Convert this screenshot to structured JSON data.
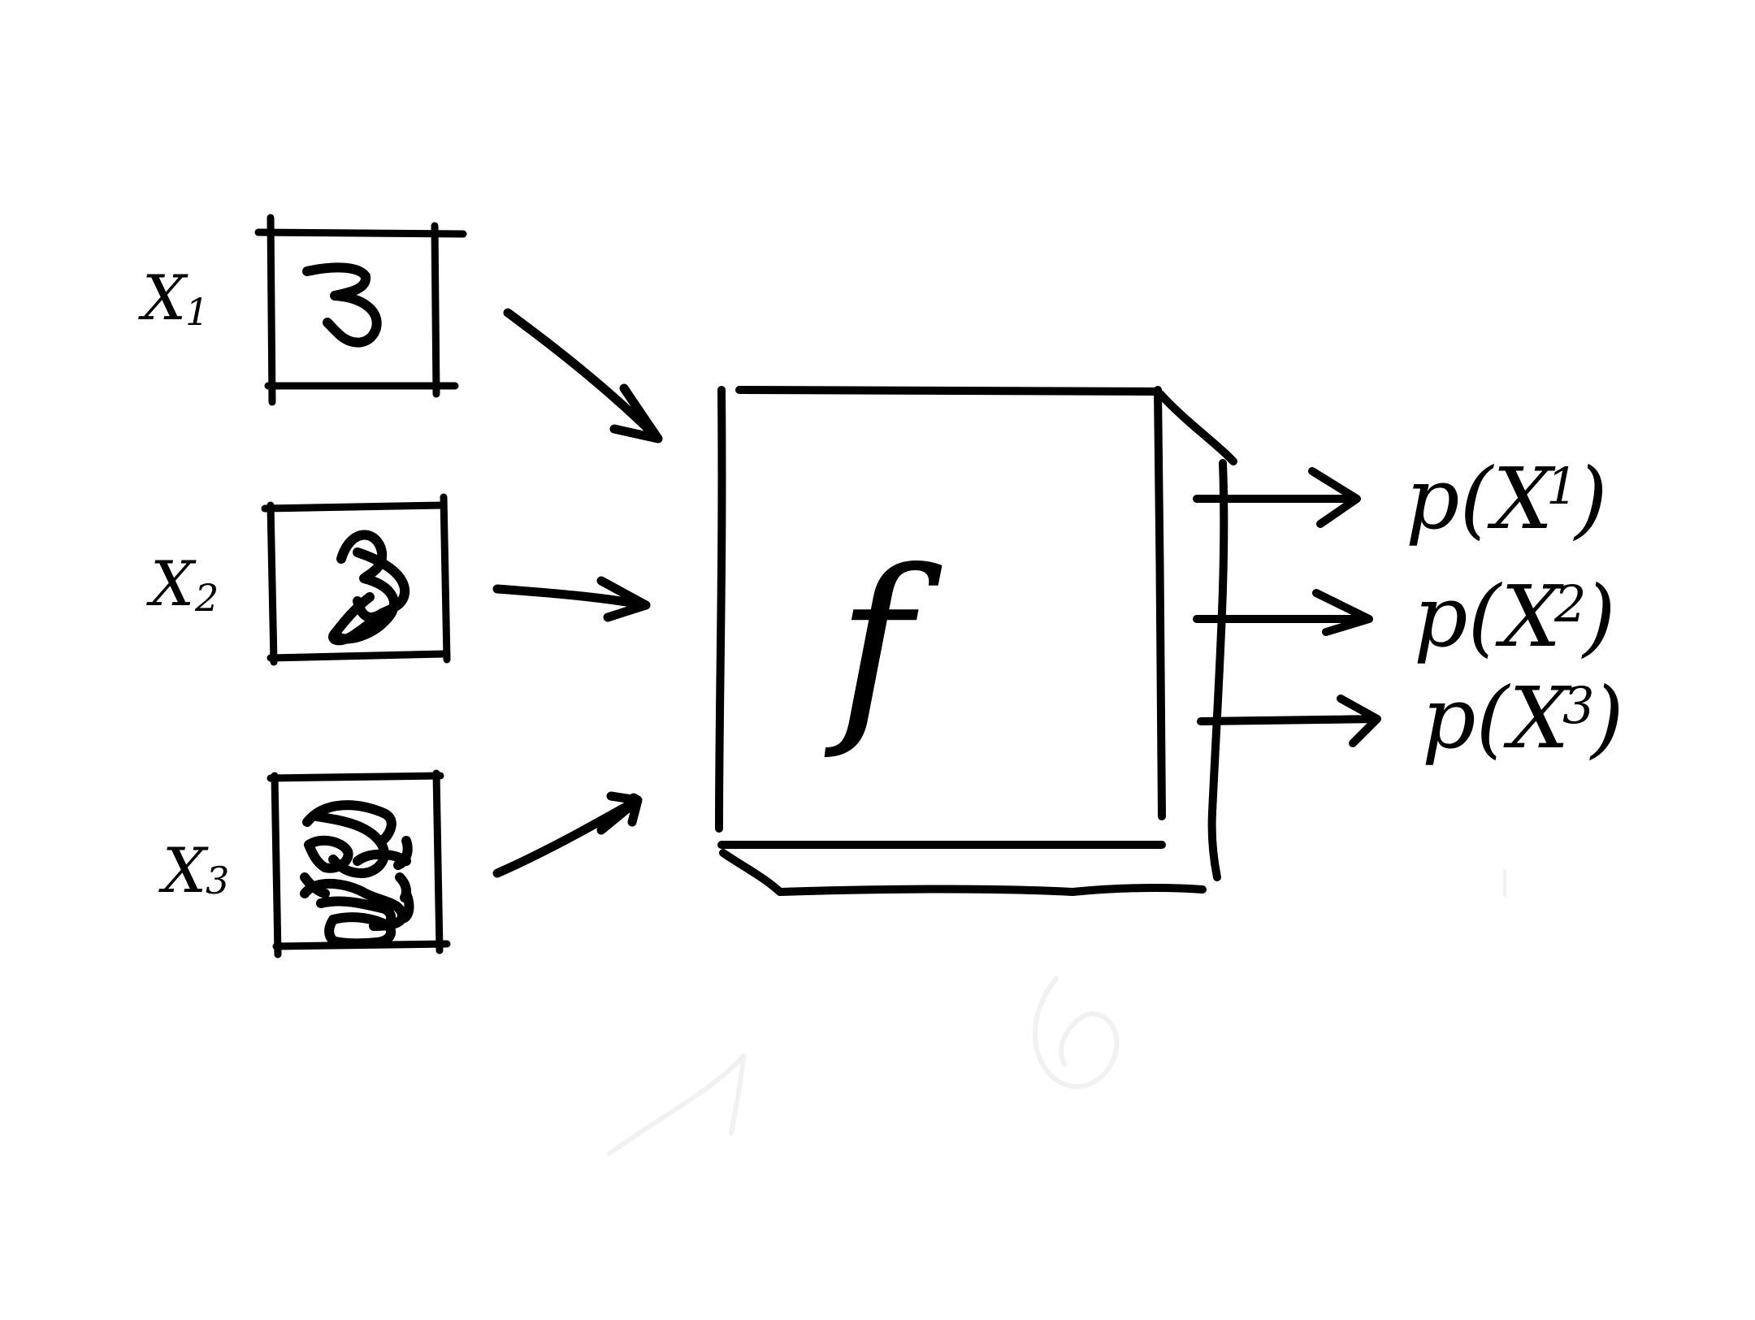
{
  "inputs": [
    {
      "label": "X",
      "subscript": "1",
      "digit": "3"
    },
    {
      "label": "X",
      "subscript": "2",
      "digit": "3"
    },
    {
      "label": "X",
      "subscript": "3",
      "digit": "3"
    }
  ],
  "model": {
    "symbol": "f"
  },
  "outputs": [
    {
      "text": "p(X",
      "subscript": "1",
      "close": ")"
    },
    {
      "text": "p(X",
      "subscript": "2",
      "close": ")"
    },
    {
      "text": "p(X",
      "subscript": "3",
      "close": ")"
    }
  ],
  "colors": {
    "ink": "#000000",
    "background": "#ffffff"
  }
}
